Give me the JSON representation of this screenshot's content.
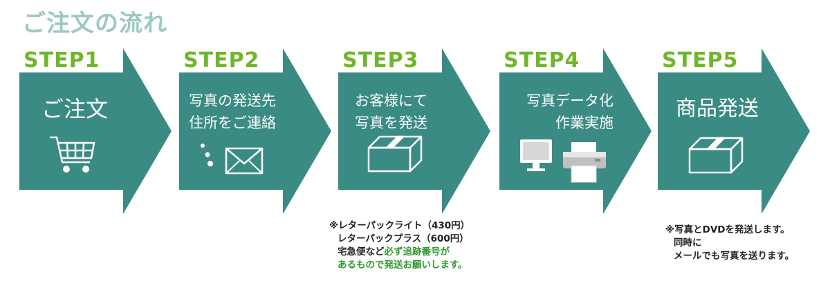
{
  "title": "ご注文の流れ",
  "colors": {
    "arrow": "#3a8b83",
    "step_label": "#71b62a",
    "title": "#9cc8c4",
    "highlight": "#2e9a2e"
  },
  "steps": [
    {
      "label": "STEP1",
      "lines": [
        "ご注文"
      ],
      "icon": "shopping-cart-icon"
    },
    {
      "label": "STEP2",
      "lines": [
        "写真の発送先",
        "住所をご連絡"
      ],
      "icon": "envelope-icon"
    },
    {
      "label": "STEP3",
      "lines": [
        "お客様にて",
        "写真を発送"
      ],
      "icon": "box-icon"
    },
    {
      "label": "STEP4",
      "lines": [
        "写真データ化",
        "作業実施"
      ],
      "icon": "computer-printer-icon"
    },
    {
      "label": "STEP5",
      "lines": [
        "商品発送"
      ],
      "icon": "box-icon"
    }
  ],
  "note3": {
    "line1": "※レターパックライト（430円）",
    "line2": "レターパックプラス（600円）",
    "line3_prefix": "宅急便など",
    "line3_highlight": "必ず追跡番号が",
    "line4_highlight": "あるもので発送お願いします。"
  },
  "note5": {
    "line1": "※写真とDVDを発送します。",
    "line2": "同時に",
    "line3": "メールでも写真を送ります。"
  }
}
